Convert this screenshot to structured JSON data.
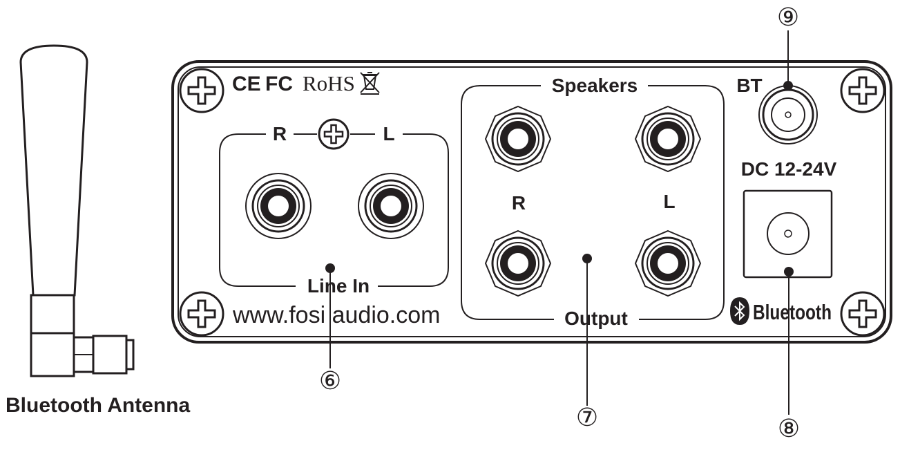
{
  "antenna": {
    "label": "Bluetooth Antenna"
  },
  "panel": {
    "certifications": {
      "ce": "CE",
      "fcc": "FC",
      "rohs": "RoHS"
    },
    "line_in": {
      "title": "Line In",
      "right": "R",
      "left": "L"
    },
    "speakers": {
      "title": "Speakers",
      "right": "R",
      "left": "L"
    },
    "output_label": "Output",
    "bt_label": "BT",
    "power_label": "DC 12-24V",
    "bluetooth_logo_text": "Bluetooth",
    "website": "www.fosi audio.com"
  },
  "callouts": {
    "line_in": "⑥",
    "output": "⑦",
    "power": "⑧",
    "bt": "⑨"
  },
  "colors": {
    "line": "#231f20",
    "background": "#ffffff"
  }
}
